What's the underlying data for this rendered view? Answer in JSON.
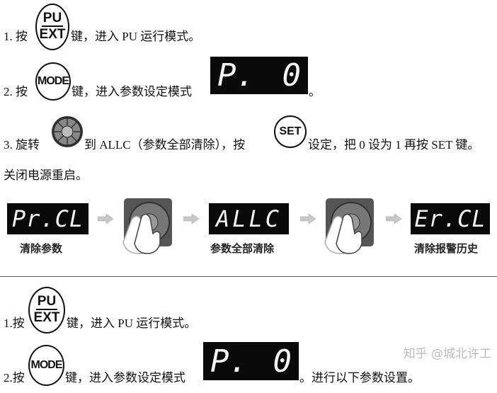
{
  "section1": {
    "step1": {
      "num": "1. 按",
      "key_top": "PU",
      "key_bottom": "EXT",
      "text": "键，进入 PU 运行模式。"
    },
    "step2": {
      "num": "2. 按",
      "key": "MODE",
      "text": "键，进入参数设定模式",
      "display_left": "P.",
      "display_right": "0",
      "end": "。"
    },
    "step3": {
      "num": "3. 旋转",
      "text_a": "到 ALLC（参数全部清除），按",
      "key": "SET",
      "text_b": "设定，把 0 设为 1 再按 SET 键。"
    },
    "note": "关闭电源重启。",
    "diagram": {
      "displays": [
        {
          "code": "Pr.CL",
          "label": "清除参数"
        },
        {
          "code": "ALLC",
          "label": "参数全部清除"
        },
        {
          "code": "Er.CL",
          "label": "清除报警历史"
        }
      ]
    }
  },
  "section2": {
    "step1": {
      "num": "1.按",
      "key_top": "PU",
      "key_bottom": "EXT",
      "text": "键，进入 PU 运行模式。"
    },
    "step2": {
      "num": "2.按",
      "key": "MODE",
      "text": "键，进入参数设定模式",
      "display_left": "P.",
      "display_right": "0",
      "end": "。进行以下参数设置。"
    }
  },
  "watermark": "知乎 @城北许工",
  "colors": {
    "display_bg": "#0a0a0a",
    "display_fg": "#f4f4f4",
    "arrow": "#c8c8c8"
  }
}
